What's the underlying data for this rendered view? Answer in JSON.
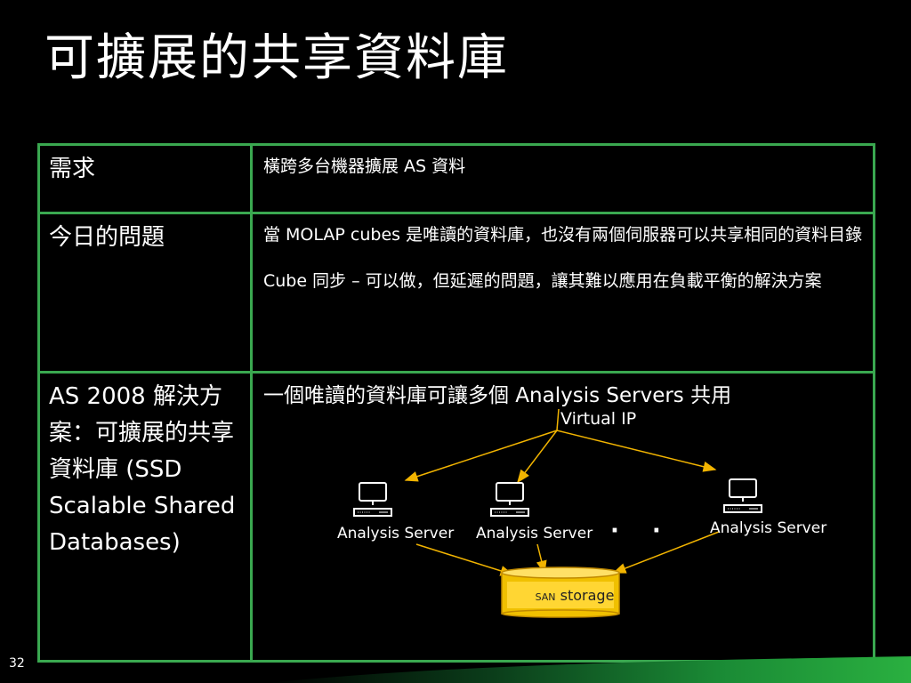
{
  "title": "可擴展的共享資料庫",
  "rows": [
    {
      "label": "需求",
      "text": "橫跨多台機器擴展 AS 資料"
    },
    {
      "label": "今日的問題",
      "paragraphs": [
        "當 MOLAP cubes 是唯讀的資料庫，也沒有兩個伺服器可以共享相同的資料目錄",
        "Cube 同步 – 可以做，但延遲的問題，讓其難以應用在負載平衡的解決方案"
      ]
    },
    {
      "label": "AS 2008 解決方案：可擴展的共享資料庫 (SSD Scalable Shared Databases)",
      "heading": "一個唯讀的資料庫可讓多個 Analysis Servers 共用"
    }
  ],
  "diagram": {
    "virtual_ip": "Virtual IP",
    "servers": [
      "Analysis Server",
      "Analysis Server",
      "Analysis Server"
    ],
    "ellipsis": "· ·",
    "storage_prefix": "SAN",
    "storage_label": "storage"
  },
  "colors": {
    "table_border": "#3aa850",
    "arrow": "#f2b400",
    "storage": "#ffd633"
  },
  "page_number": "32"
}
